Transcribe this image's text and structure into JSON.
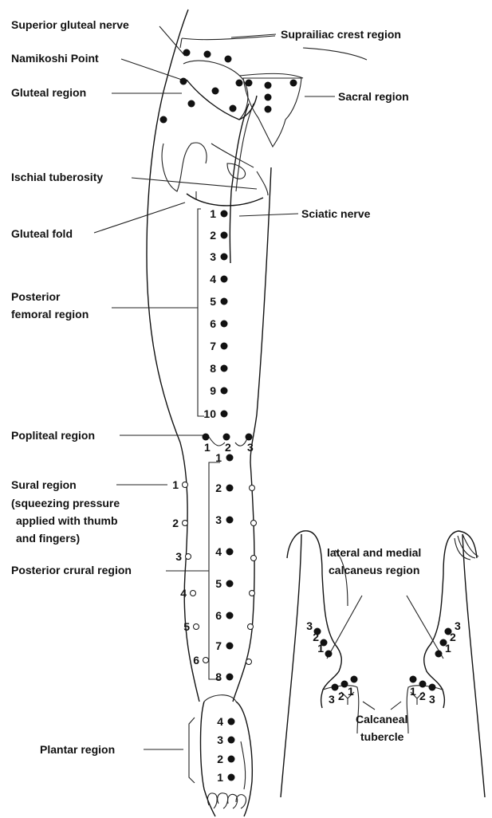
{
  "labels": {
    "superior_gluteal_nerve": "Superior gluteal nerve",
    "namikoshi_point": "Namikoshi Point",
    "gluteal_region": "Gluteal region",
    "ischial_tuberosity": "Ischial tuberosity",
    "gluteal_fold": "Gluteal fold",
    "posterior_femoral_1": "Posterior",
    "posterior_femoral_2": "femoral region",
    "popliteal_region": "Popliteal region",
    "sural_1": "Sural region",
    "sural_2": "(squeezing pressure",
    "sural_3": "applied with thumb",
    "sural_4": "and fingers)",
    "posterior_crural": "Posterior crural region",
    "plantar_region": "Plantar region",
    "suprailiac": "Suprailiac crest region",
    "sacral_region": "Sacral region",
    "sciatic_nerve": "Sciatic nerve",
    "calcaneus_1": "lateral and medial",
    "calcaneus_2": "calcaneus region",
    "calcaneal_tubercle_1": "Calcaneal",
    "calcaneal_tubercle_2": "tubercle"
  },
  "femoral_numbers": [
    "1",
    "2",
    "3",
    "4",
    "5",
    "6",
    "7",
    "8",
    "9",
    "10"
  ],
  "popliteal_numbers": [
    "1",
    "2",
    "3"
  ],
  "crural_numbers": [
    "1",
    "2",
    "3",
    "4",
    "5",
    "6",
    "7",
    "8"
  ],
  "sural_numbers": [
    "1",
    "2",
    "3",
    "4",
    "5",
    "6"
  ],
  "plantar_numbers": [
    "4",
    "3",
    "2",
    "1"
  ],
  "heel_left_numbers": [
    "3",
    "2",
    "1"
  ],
  "heel_left_tubercle_numbers": [
    "3",
    "2",
    "1"
  ],
  "heel_right_numbers": [
    "3",
    "2",
    "1"
  ],
  "heel_right_tubercle_numbers": [
    "1",
    "2",
    "3"
  ]
}
